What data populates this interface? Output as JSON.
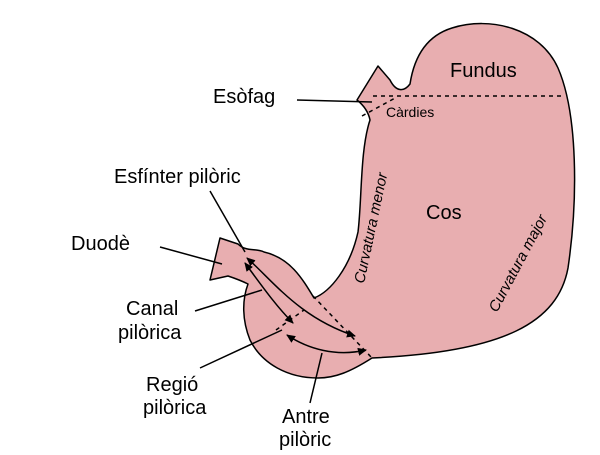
{
  "diagram": {
    "labels": {
      "fundus": "Fundus",
      "esofag": "Esòfag",
      "cardies": "Càrdies",
      "cos": "Cos",
      "curvatura_menor": "Curvatura menor",
      "curvatura_major": "Curvatura major",
      "esfinter_piloric": "Esfínter pilòric",
      "duode": "Duodè",
      "canal_line1": "Canal",
      "canal_line2": "pilòrica",
      "regio_line1": "Regió",
      "regio_line2": "pilòrica",
      "antre_line1": "Antre",
      "antre_line2": "pilòric"
    },
    "colors": {
      "stomach_fill": "#e8aeb0",
      "outline": "#000000",
      "text": "#000000",
      "background": "#ffffff"
    }
  }
}
